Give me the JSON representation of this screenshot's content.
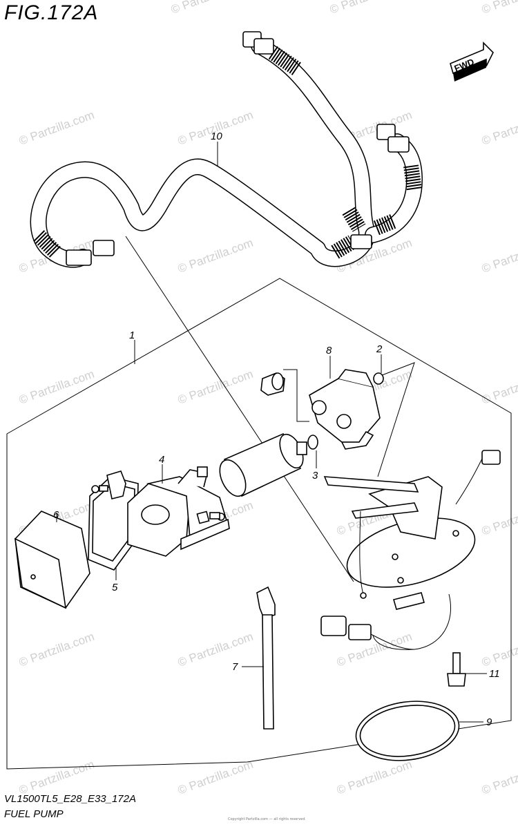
{
  "figure": {
    "title": "FIG.172A"
  },
  "footer": {
    "model_code": "VL1500TL5_E28_E33_172A",
    "section_name": "FUEL PUMP",
    "copyright_text": "Copyright Partzilla.com — all rights reserved"
  },
  "badge": {
    "direction_label": "FWD"
  },
  "watermark": {
    "text": "© Partzilla.com"
  },
  "callouts": [
    {
      "id": "1",
      "label": "1"
    },
    {
      "id": "2",
      "label": "2"
    },
    {
      "id": "3",
      "label": "3"
    },
    {
      "id": "4",
      "label": "4"
    },
    {
      "id": "5",
      "label": "5"
    },
    {
      "id": "6",
      "label": "6"
    },
    {
      "id": "7",
      "label": "7"
    },
    {
      "id": "8",
      "label": "8"
    },
    {
      "id": "9",
      "label": "9"
    },
    {
      "id": "10",
      "label": "10"
    },
    {
      "id": "11",
      "label": "11"
    }
  ],
  "colors": {
    "ink": "#000000",
    "paper": "#ffffff",
    "watermark": "#cfcfcf"
  }
}
